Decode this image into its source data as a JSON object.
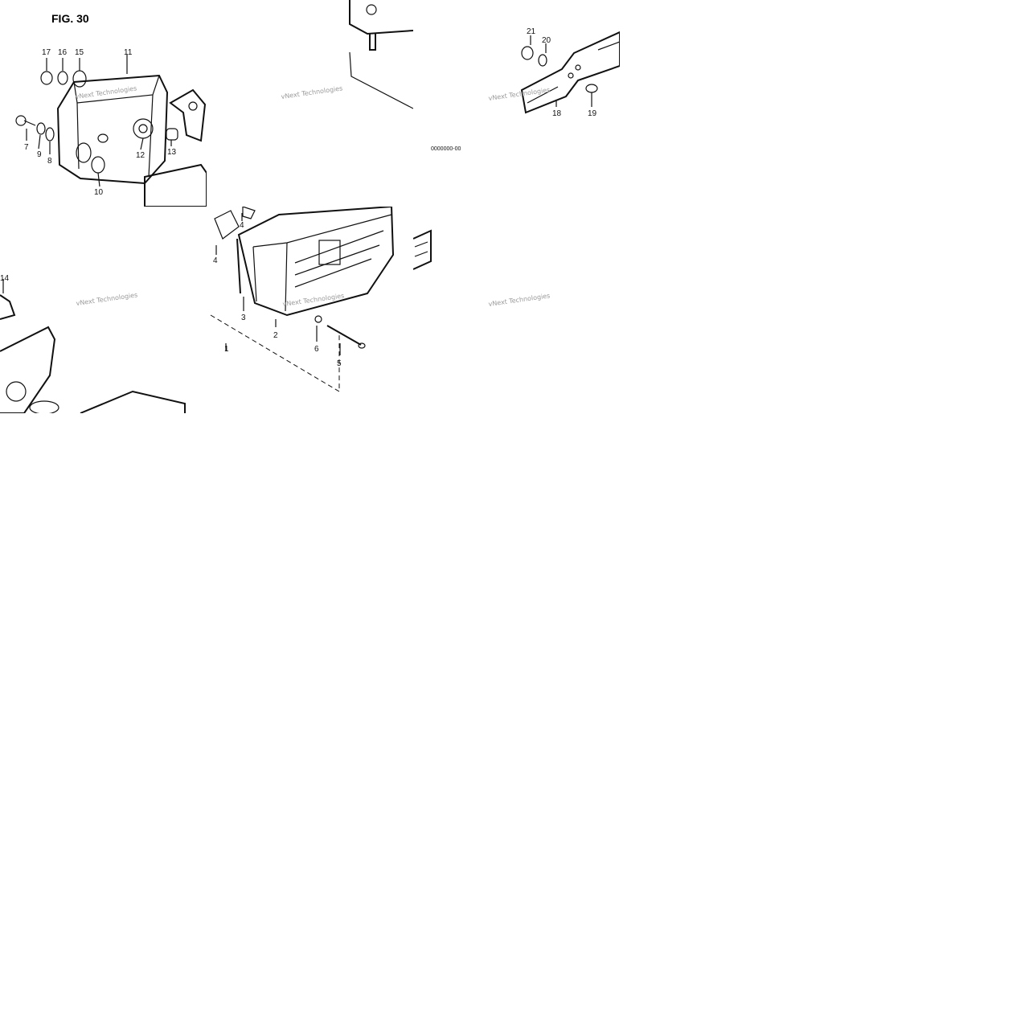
{
  "figure_title": "FIG. 30",
  "watermark": "vNext Technologies",
  "footer_code": "0000000-00",
  "part_numbers": {
    "p1": "1",
    "p2": "2",
    "p3": "3",
    "p4": "4",
    "p4b": "4",
    "p5": "5",
    "p6": "6",
    "p7": "7",
    "p8": "8",
    "p9": "9",
    "p10": "10",
    "p11": "11",
    "p12": "12",
    "p13": "13",
    "p14": "14",
    "p15": "15",
    "p16": "16",
    "p17": "17",
    "p18": "18",
    "p19": "19",
    "p20": "20",
    "p21": "21"
  },
  "colors": {
    "line": "#111111",
    "watermark": "#9a9a9a",
    "background": "#ffffff"
  }
}
